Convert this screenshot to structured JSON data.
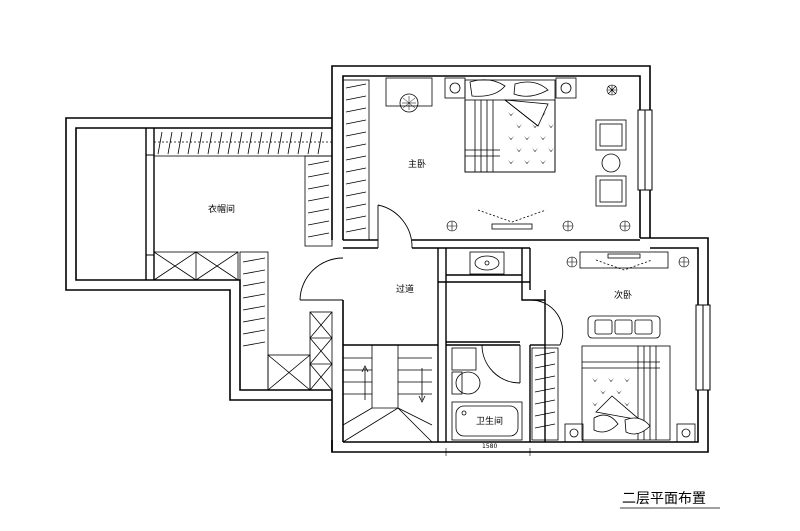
{
  "plan": {
    "title": "二层平面布置",
    "rooms": {
      "master_bedroom": "主卧",
      "second_bedroom": "次卧",
      "cloakroom": "衣帽间",
      "corridor": "过道",
      "bathroom": "卫生间"
    },
    "dimension": "1580"
  },
  "colors": {
    "line": "#000000",
    "background": "#ffffff"
  }
}
